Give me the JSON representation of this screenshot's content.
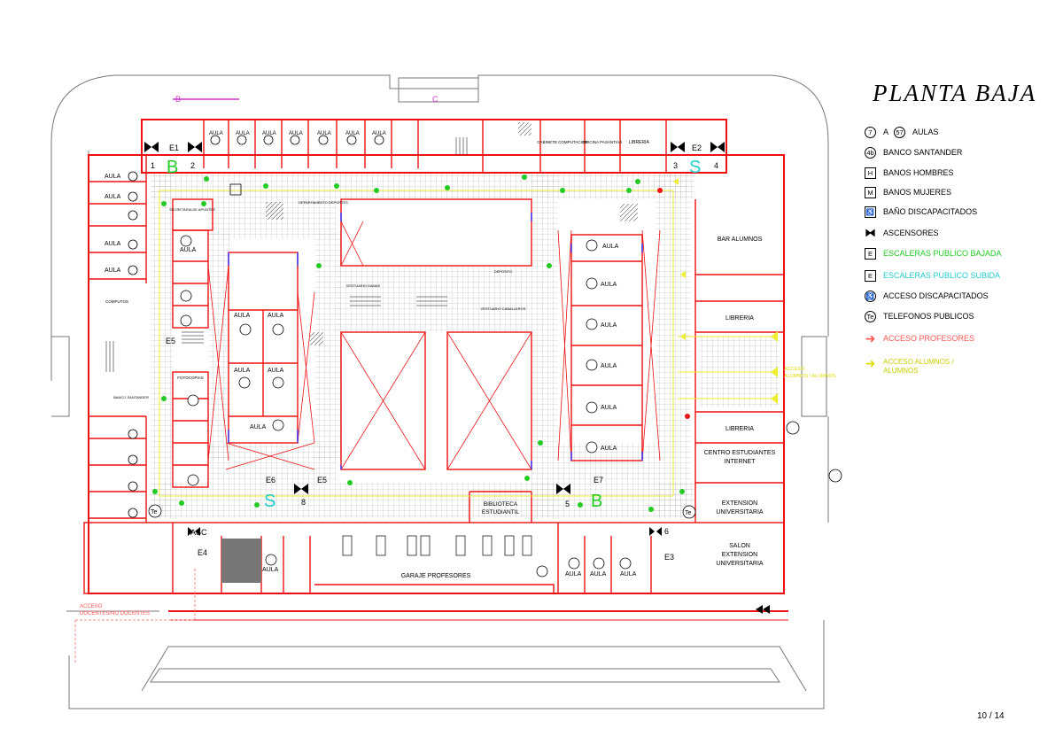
{
  "title": "PLANTA BAJA",
  "page_number": "10 / 14",
  "legend": [
    {
      "sym": "7",
      "label_a": "A",
      "sym2": "57",
      "label": "AULAS",
      "icon": "circle-number-icon",
      "color": "#000000"
    },
    {
      "sym": "4b",
      "label": "BANCO SANTANDER",
      "icon": "circle-number-icon",
      "color": "#000000"
    },
    {
      "sym": "H",
      "label": "BANOS  HOMBRES",
      "icon": "square-letter-icon",
      "color": "#000000"
    },
    {
      "sym": "M",
      "label": "BANOS  MUJERES",
      "icon": "square-letter-icon",
      "color": "#000000"
    },
    {
      "sym": "♿",
      "label": "BAÑO DISCAPACITADOS",
      "icon": "wheelchair-square-icon",
      "color": "#000000"
    },
    {
      "sym": "⧓",
      "label": "ASCENSORES",
      "icon": "elevator-icon",
      "color": "#000000"
    },
    {
      "sym": "E",
      "label": "ESCALERAS PUBLICO BAJADA",
      "icon": "square-letter-icon",
      "color": "#22cc22"
    },
    {
      "sym": "E",
      "label": "ESCALERAS PUBLICO SUBIDA",
      "icon": "square-letter-icon",
      "color": "#22cccc"
    },
    {
      "sym": "♿",
      "label": "ACCESO DISCAPACITADOS",
      "icon": "wheelchair-circle-icon",
      "color": "#000000"
    },
    {
      "sym": "Te",
      "label": "TELEFONOS PUBLICOS",
      "icon": "circle-letter-icon",
      "color": "#000000"
    },
    {
      "sym": "➜",
      "label": "ACCESO PROFESORES",
      "icon": "arrow-pink-icon",
      "color": "#ff5555"
    },
    {
      "sym": "➜",
      "label": "ACCESO ALUMNOS / ALUMNOS",
      "icon": "arrow-yellow-icon",
      "color": "#dddd00"
    }
  ],
  "labels": {
    "top_b": "B",
    "top_c": "C",
    "e1": "E1",
    "e2": "E2",
    "e3": "E3",
    "e4": "E4",
    "e5": "E5",
    "e6": "E6",
    "e7": "E7",
    "n1": "1",
    "n2": "2",
    "n3": "3",
    "n4": "4",
    "n5": "5",
    "n6": "6",
    "n8": "8",
    "asc": "ASC",
    "big_b": "B",
    "big_s": "S",
    "cabinete": "CABINETE COMPUTACION",
    "oficina": "OFICINA PASANTIAS",
    "libreria_top": "LIBRERIA",
    "bar": "BAR ALUMNOS",
    "libreria": "LIBRERIA",
    "libreria2": "LIBRERIA",
    "centro": "CENTRO ESTUDIANTES",
    "internet": "INTERNET",
    "extension1": "EXTENSION",
    "extension2": "UNIVERSITARIA",
    "salon1": "SALON",
    "salon2": "EXTENSION",
    "salon3": "UNIVERSITARIA",
    "biblioteca1": "BIBLIOTECA",
    "biblioteca2": "ESTUDIANTIL",
    "garaje": "GARAJE  PROFESORES",
    "secretaria": "SECRETARIA DE APUNTES",
    "fotocopias": "FOTOCOPIAS",
    "computos": "COMPUTOS",
    "banco": "BANCO SANTANDER",
    "deposito": "DEPOSITO",
    "vestuario": "VESTUARIO DAMAS",
    "vestuario2": "VESTUARIO CABALLEROS",
    "depto_deportes": "DEPARTAMENTO DEPORTES",
    "aula": "AULA",
    "acceso_doc1": "ACCESO",
    "acceso_doc2": "DOCENTES/NO DOCENTES",
    "acceso_al1": "ACCESO",
    "acceso_al2": "ALUMNOS / ALUMNOS",
    "te": "Te"
  },
  "colors": {
    "wall": "#ee1111",
    "grid": "#999999",
    "corridor": "#cccccc",
    "green": "#22cc22",
    "cyan": "#22cccc",
    "yellow": "#dddd00",
    "magenta": "#cc33cc",
    "blue": "#3333ff"
  }
}
